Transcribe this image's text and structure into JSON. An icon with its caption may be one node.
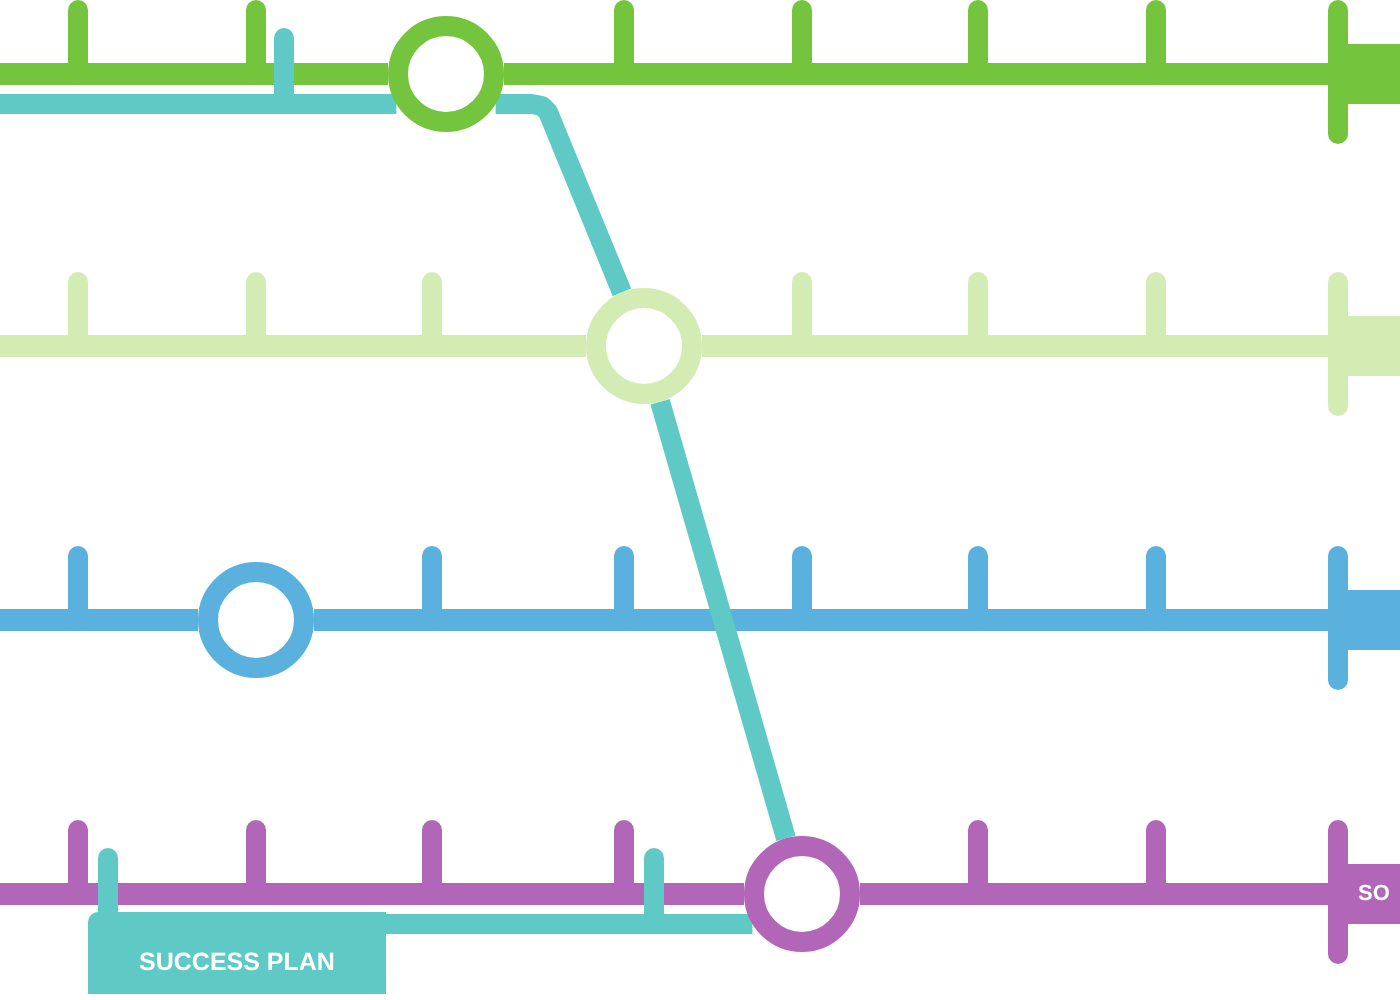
{
  "diagram": {
    "nodes": [
      {
        "text": [],
        "shape": "circle"
      },
      {
        "text": [],
        "shape": "box"
      },
      {
        "text": [],
        "shape": "circle"
      },
      {
        "text": [],
        "shape": "box"
      },
      {
        "text": [],
        "shape": "circle"
      },
      {
        "text": [],
        "shape": "box"
      },
      {
        "text": [],
        "shape": "circle"
      },
      {
        "text": [
          "SO"
        ]
      },
      {
        "text": [
          "SUCCESS PLAN"
        ]
      }
    ],
    "edges": [
      {
        "from": null,
        "to": 0,
        "arrow": "none",
        "color": "#74c43e"
      },
      {
        "from": 0,
        "to": 1,
        "arrow": "none",
        "color": "#74c43e"
      },
      {
        "from": null,
        "to": 2,
        "arrow": "none",
        "color": "#d3ecb4"
      },
      {
        "from": 2,
        "to": 3,
        "arrow": "none",
        "color": "#d3ecb4"
      },
      {
        "from": null,
        "to": 4,
        "arrow": "none",
        "color": "#5ab1de"
      },
      {
        "from": 4,
        "to": 5,
        "arrow": "none",
        "color": "#5ab1de"
      },
      {
        "from": null,
        "to": 6,
        "arrow": "none",
        "color": "#b266b8"
      },
      {
        "from": 6,
        "to": 7,
        "arrow": "none",
        "color": "#b266b8"
      },
      {
        "from": null,
        "to": 0,
        "arrow": "none"
      },
      {
        "from": 0,
        "to": 2,
        "arrow": "none"
      },
      {
        "from": 2,
        "to": 6,
        "arrow": "none"
      },
      {
        "from": 6,
        "to": 8,
        "arrow": "none"
      }
    ]
  }
}
